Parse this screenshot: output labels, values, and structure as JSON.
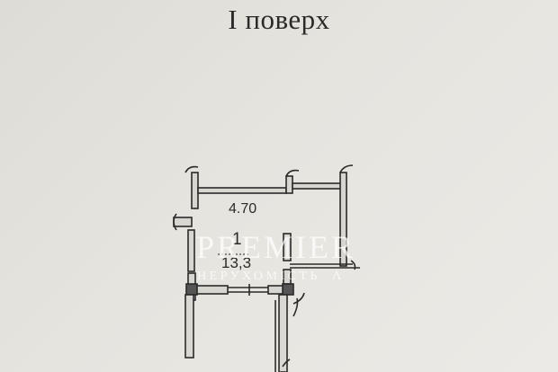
{
  "title": "I поверх",
  "plan": {
    "room_number": "1",
    "room_area": "13,3",
    "dimension_width": "4.70"
  },
  "watermark": {
    "brand": "PREMIER",
    "subtitle": "НЕРУХОМІСТЬ",
    "logo_glyph": "Λ"
  },
  "colors": {
    "paper": "#e4e2dd",
    "ink": "#2a2a2a",
    "watermark": "#ffffff"
  }
}
